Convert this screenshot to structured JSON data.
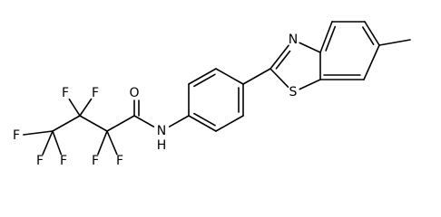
{
  "molecule": {
    "atoms": [
      {
        "id": "f1",
        "label": "F"
      },
      {
        "id": "f2",
        "label": "F"
      },
      {
        "id": "f3",
        "label": "F"
      },
      {
        "id": "f4",
        "label": "F"
      },
      {
        "id": "f5",
        "label": "F"
      },
      {
        "id": "f6",
        "label": "F"
      },
      {
        "id": "f7",
        "label": "F"
      },
      {
        "id": "o1",
        "label": "O"
      },
      {
        "id": "nh",
        "label": "N\nH"
      },
      {
        "id": "n1",
        "label": "N"
      },
      {
        "id": "s1",
        "label": "S"
      }
    ]
  }
}
